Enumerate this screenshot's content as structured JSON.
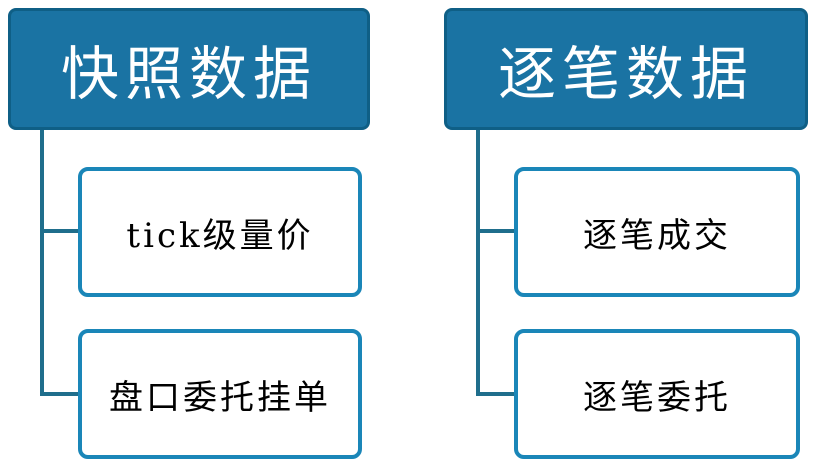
{
  "diagram": {
    "left_group": {
      "header": "快照数据",
      "items": [
        "tick级量价",
        "盘口委托挂单"
      ]
    },
    "right_group": {
      "header": "逐笔数据",
      "items": [
        "逐笔成交",
        "逐笔委托"
      ]
    },
    "colors": {
      "header_fill": "#1a73a3",
      "header_border": "#0f5f86",
      "item_border": "#1a86b8",
      "connector": "#1f6e8c",
      "header_text": "#ffffff",
      "item_text": "#000000"
    }
  }
}
